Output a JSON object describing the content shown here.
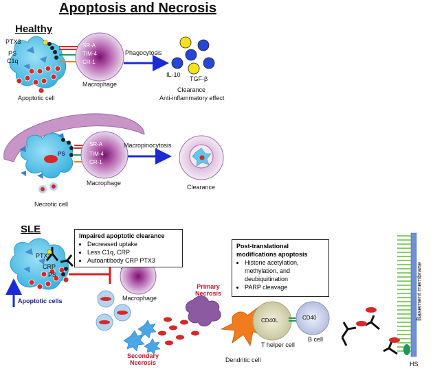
{
  "title": "Apoptosis and Necrosis",
  "healthy": {
    "heading": "Healthy",
    "ptx3": "PTX3",
    "ps": "PS",
    "c1q": "C1q",
    "receptors": [
      "SR-A",
      "TIM-4",
      "CR-1"
    ],
    "apoptotic_cell": "Apoptotic cell",
    "macrophage": "Macrophage",
    "phagocytosis": "Phagocytosis",
    "il10": "IL-10",
    "tgfb": "TGF-β",
    "clearance": "Clearance",
    "effect": "Anti-inflammatory effect"
  },
  "necrotic": {
    "ps": "PS",
    "receptors": [
      "SR-A",
      "TIM-4",
      "CR-1"
    ],
    "macrophage": "Macrophage",
    "macropinocytosis": "Macropinocytosis",
    "clearance": "Clearance",
    "necrotic_cell": "Necrotic cell"
  },
  "sle": {
    "heading": "SLE",
    "impaired_box": {
      "title": "Impaired apoptotic clearance",
      "items": [
        "Decreased uptake",
        "Less C1q, CRP",
        "Autoantibody CRP PTX3"
      ]
    },
    "ptm_box": {
      "title": "Post-translational modifications apoptosis",
      "items": [
        "Histone acetylation, methylation, and deubiquitination",
        "PARP cleavage"
      ]
    },
    "ptx3": "PTX3",
    "crp": "CRP",
    "ps": "PS",
    "macrophage": "Macrophage",
    "apoptotic_cells": "Apoptotic cells",
    "primary_necrosis": "Primary Necrosis",
    "secondary_necrosis": "Secondary Necrosis",
    "dendritic_cell": "Dendritic cell",
    "cd40l": "CD40L",
    "cd40": "CD40",
    "t_helper": "T helper cell",
    "b_cell": "B cell",
    "basement_membrane": "Basement membrane",
    "hs": "HS"
  },
  "colors": {
    "cell_fill": "#5fc8ea",
    "macrophage": "#8a1a7e",
    "bleb_red": "#d62828",
    "arrow_blue": "#1a2bd6",
    "inhibit_red": "#e01b1b",
    "cytokine_blue": "#2546d6",
    "cytokine_yellow": "#f6e21a",
    "necrosis_purple": "#8c5aa0",
    "dendritic_orange": "#f07c1e",
    "membrane_blue": "#6f8fd8",
    "membrane_green": "#5cbf3a"
  }
}
